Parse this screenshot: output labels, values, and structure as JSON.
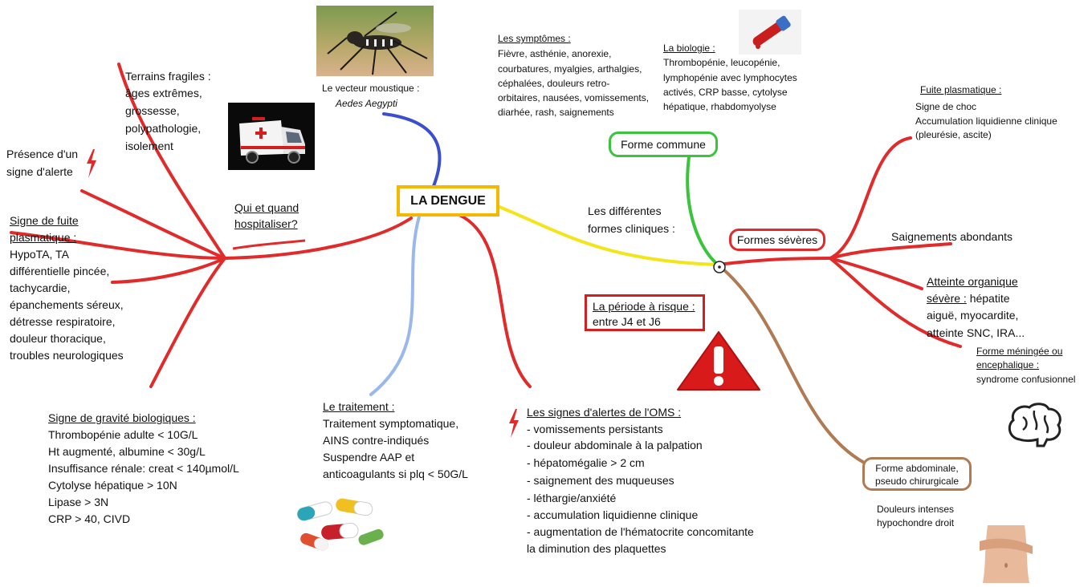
{
  "central": "LA DENGUE",
  "colors": {
    "red": "#e12b2b",
    "yellow": "#f2e51a",
    "green": "#39c43c",
    "blue": "#3a4fcf",
    "light_blue": "#9ab9ea",
    "brown": "#b07a52",
    "central_border": "#f5b800"
  },
  "vector": {
    "label": "Le vecteur moustique :",
    "species": "Aedes Aegypti"
  },
  "symptoms": {
    "title": "Les symptômes :",
    "lines": [
      "Fièvre, asthénie, anorexie,",
      "courbatures, myalgies, arthalgies,",
      "céphalées, douleurs retro-",
      "orbitaires, nausées, vomissements,",
      "diarhée, rash, saignements"
    ]
  },
  "biology": {
    "title": "La biologie :",
    "lines": [
      "Thrombopénie, leucopénie,",
      "lymphopénie avec lymphocytes",
      "activés, CRP basse, cytolyse",
      "hépatique, rhabdomyolyse"
    ]
  },
  "forms": {
    "label_lines": [
      "Les différentes",
      "formes cliniques :"
    ],
    "common": "Forme commune",
    "severe": "Formes sévères",
    "plasma_leak": {
      "title": "Fuite plasmatique :",
      "lines": [
        "Signe de choc",
        "Accumulation liquidienne clinique",
        "(pleurésie, ascite)"
      ]
    },
    "bleeding": "Saignements abondants",
    "organ": {
      "title_lines": [
        "Atteinte organique",
        "sévère :"
      ],
      "after_title": " hépatite",
      "lines": [
        "aiguë, myocardite,",
        "atteinte SNC, IRA..."
      ]
    },
    "meningeal": {
      "title_lines": [
        "Forme méningée ou",
        "encephalique :"
      ],
      "text": "syndrome confusionnel"
    },
    "abdominal": {
      "box_lines": [
        "Forme abdominale,",
        "pseudo chirurgicale"
      ],
      "desc_lines": [
        "Douleurs intenses",
        "hypochondre droit"
      ]
    }
  },
  "risk_period": {
    "title": "La période à risque :",
    "text": "entre J4 et J6"
  },
  "hospital": {
    "question_lines": [
      "Qui et quand",
      "hospitaliser?"
    ],
    "alert_sign_lines": [
      "Présence d'un",
      "signe d'alerte"
    ],
    "fragile": {
      "title": "Terrains fragiles :",
      "lines": [
        "âges extrêmes,",
        "grossesse,",
        "polypathologie,",
        "isolement"
      ]
    },
    "plasma_sign": {
      "title_lines": [
        "Signe de fuite",
        "plasmatique :"
      ],
      "lines": [
        "HypoTA, TA",
        "différentielle pincée,",
        "tachycardie,",
        "épanchements séreux,",
        "détresse respiratoire,",
        "douleur thoracique,",
        "troubles neurologiques"
      ]
    },
    "bio_gravity": {
      "title": "Signe de gravité biologiques :",
      "lines": [
        "Thrombopénie adulte < 10G/L",
        "Ht augmenté, albumine < 30g/L",
        "Insuffisance rénale: creat < 140µmol/L",
        "Cytolyse hépatique > 10N",
        "Lipase > 3N",
        "CRP > 40,  CIVD"
      ]
    }
  },
  "treatment": {
    "title": "Le traitement :",
    "lines": [
      "Traitement symptomatique,",
      "AINS contre-indiqués",
      "Suspendre AAP et",
      "anticoagulants si plq < 50G/L"
    ]
  },
  "oms": {
    "title": "Les signes d'alertes de l'OMS :",
    "lines": [
      "- vomissements persistants",
      "- douleur abdominale à la palpation",
      " - hépatomégalie > 2 cm",
      " - saignement des muqueuses",
      " - léthargie/anxiété",
      " - accumulation liquidienne clinique",
      " - augmentation de l'hématocrite concomitante",
      "la diminution des plaquettes"
    ]
  }
}
